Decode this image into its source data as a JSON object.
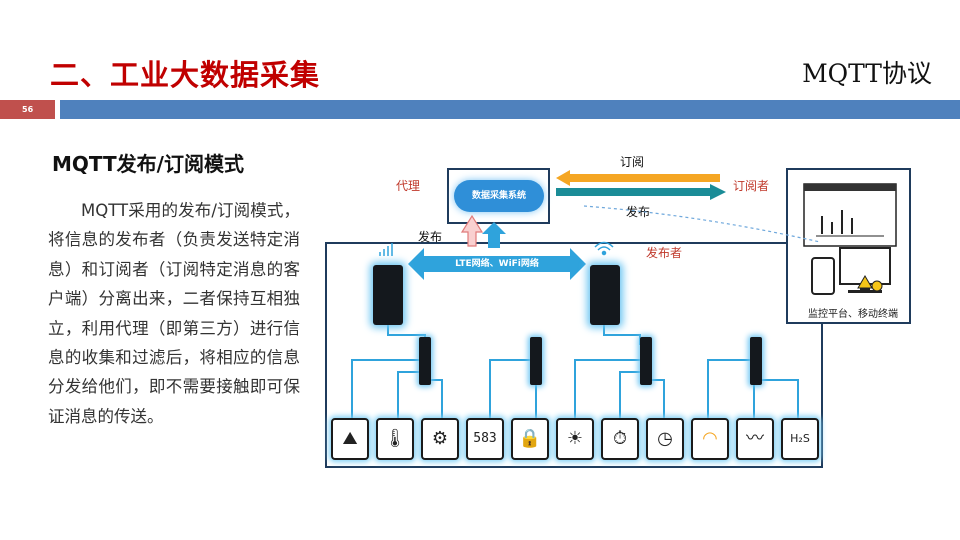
{
  "header": {
    "title": "二、工业大数据采集",
    "topic": "MQTT协议",
    "page_number": "56"
  },
  "content": {
    "subhead": "MQTT发布/订阅模式",
    "paragraph": "MQTT采用的发布/订阅模式，将信息的发布者（负责发送特定消息）和订阅者（订阅特定消息的客户端）分离出来，二者保持互相独立，利用代理（即第三方）进行信息的收集和过滤后，将相应的信息分发给他们，即不需要接触即可保证消息的传送。"
  },
  "diagram": {
    "proxy_label": "代理",
    "cloud_label": "数据采集系统",
    "subscribe_label": "订阅",
    "subscriber_label": "订阅者",
    "publish_right_label": "发布",
    "publish_left_label": "发布",
    "publisher_label": "发布者",
    "network_label": "LTE网络、WiFi网络",
    "monitor_label": "监控平台、移动终端",
    "sensor_icons": [
      "terrain-sensor-icon",
      "thermometer-icon",
      "gear-sensor-icon",
      "counter-icon",
      "lock-icon",
      "solar-panel-icon",
      "stopwatch-icon",
      "clock-dial-icon",
      "gauge-icon",
      "vibration-icon",
      "gas-h2s-icon"
    ],
    "sensor_counter_text": "583",
    "sensor_gas_text": "H₂S",
    "colors": {
      "title_red": "#c00000",
      "rule_blue": "#4f81bd",
      "badge_red": "#c0504d",
      "arrow_orange": "#f5a623",
      "arrow_teal": "#1a8c97",
      "link_blue": "#2fa3dc"
    }
  }
}
